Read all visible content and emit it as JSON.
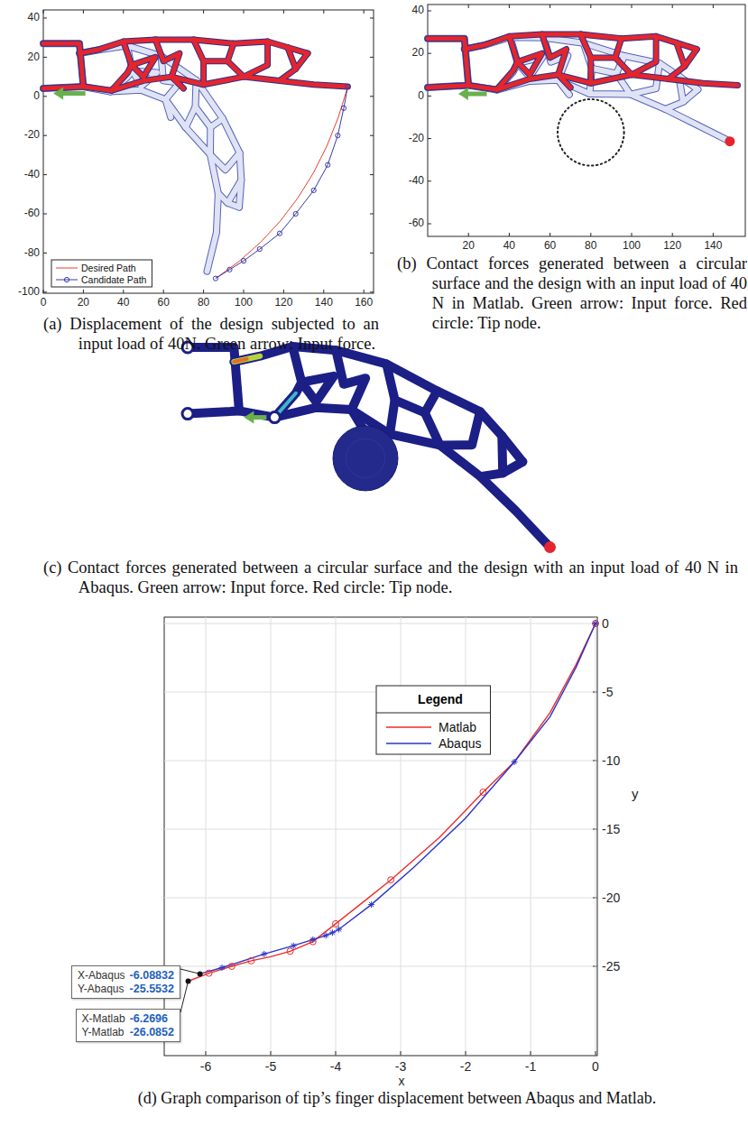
{
  "diagram": {
    "nodes": [
      {
        "text": [
          "X-Abaqus",
          "-6.08832",
          "Y-Abaqus",
          "-25.5532"
        ]
      },
      {
        "text": [
          "X-Matlab",
          "-6.2696",
          "Y-Matlab",
          "-26.0852"
        ]
      }
    ],
    "labels": [
      "40",
      "20",
      "0",
      "-20",
      "-40",
      "-60",
      "-80",
      "-100",
      "0",
      "20",
      "40",
      "60",
      "80",
      "100",
      "120",
      "140",
      "160",
      "(a) Displacement of the design subjected to an input load of 40N. Green arrow: Input force.",
      "40",
      "20",
      "0",
      "-20",
      "-40",
      "-60",
      "20",
      "40",
      "60",
      "80",
      "100",
      "120",
      "140",
      "(b) Contact forces generated between a circular surface and the design with an input load of 40 N in Matlab. Green arrow: Input force. Red circle: Tip node.",
      "(c) Contact forces generated between a circular surface and the design with an input load of 40 N in Abaqus. Green arrow: Input force. Red circle: Tip node.",
      "0",
      "-5",
      "-10",
      "-15",
      "-20",
      "-25",
      "-6",
      "-5",
      "-4",
      "-3",
      "-2",
      "-1",
      "0",
      "x",
      "y",
      "Legend",
      "(d) Graph comparison of tip’s finger displacement between Abaqus and Matlab."
    ],
    "legend": [
      {
        "text": "Desired Path"
      },
      {
        "text": "Candidate Path"
      },
      {
        "text": "Matlab"
      },
      {
        "text": "Abaqus"
      }
    ]
  }
}
